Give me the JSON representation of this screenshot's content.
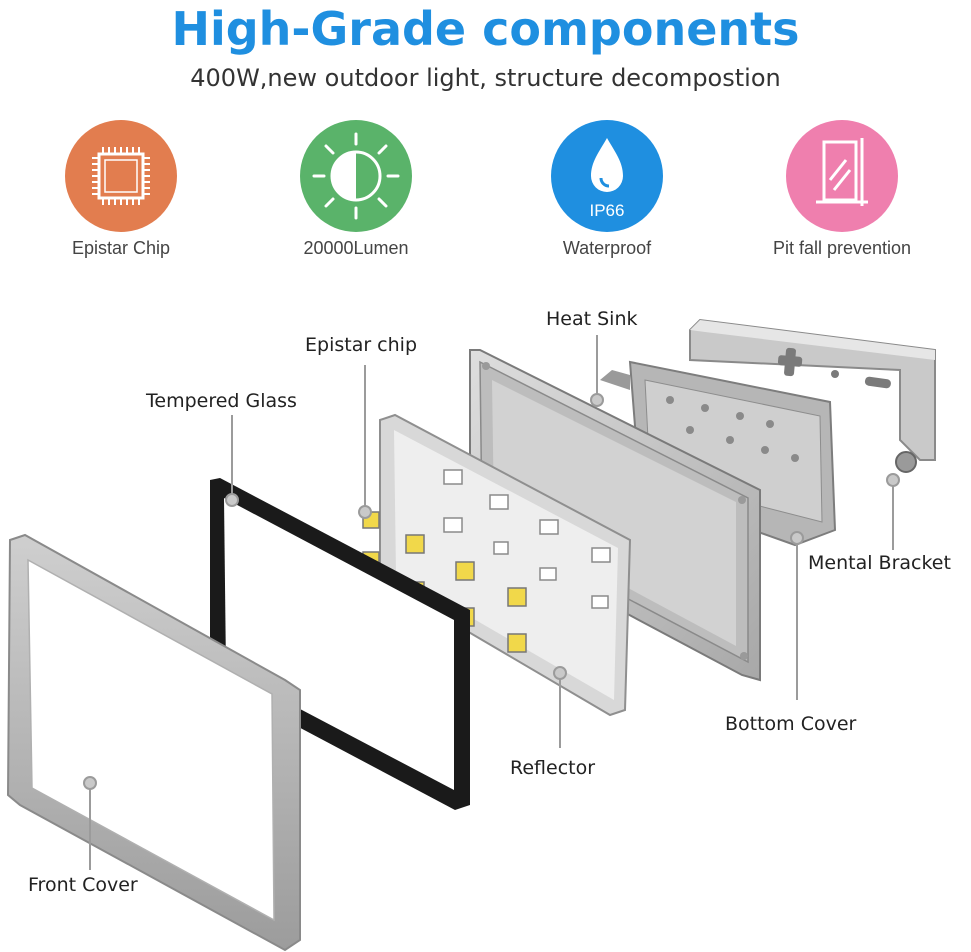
{
  "header": {
    "title": "High-Grade components",
    "subtitle": "400W,new outdoor light, structure decompostion"
  },
  "colors": {
    "accent": "#1f8fe0",
    "chip": "#e27d4f",
    "lumen": "#5ab36a",
    "waterproof": "#1f8fe0",
    "pitfall": "#ef7fae"
  },
  "features": [
    {
      "label": "Epistar Chip",
      "icon": "chip-icon"
    },
    {
      "label": "20000Lumen",
      "icon": "sun-half-icon"
    },
    {
      "label": "Waterproof",
      "icon": "water-drop-icon",
      "badge": "IP66"
    },
    {
      "label": "Pit fall prevention",
      "icon": "pit-fall-icon"
    }
  ],
  "parts": {
    "heat_sink": "Heat Sink",
    "epistar_chip": "Epistar chip",
    "tempered_glass": "Tempered Glass",
    "mental_bracket": "Mental Bracket",
    "bottom_cover": "Bottom Cover",
    "reflector": "Reflector",
    "front_cover": "Front Cover"
  }
}
